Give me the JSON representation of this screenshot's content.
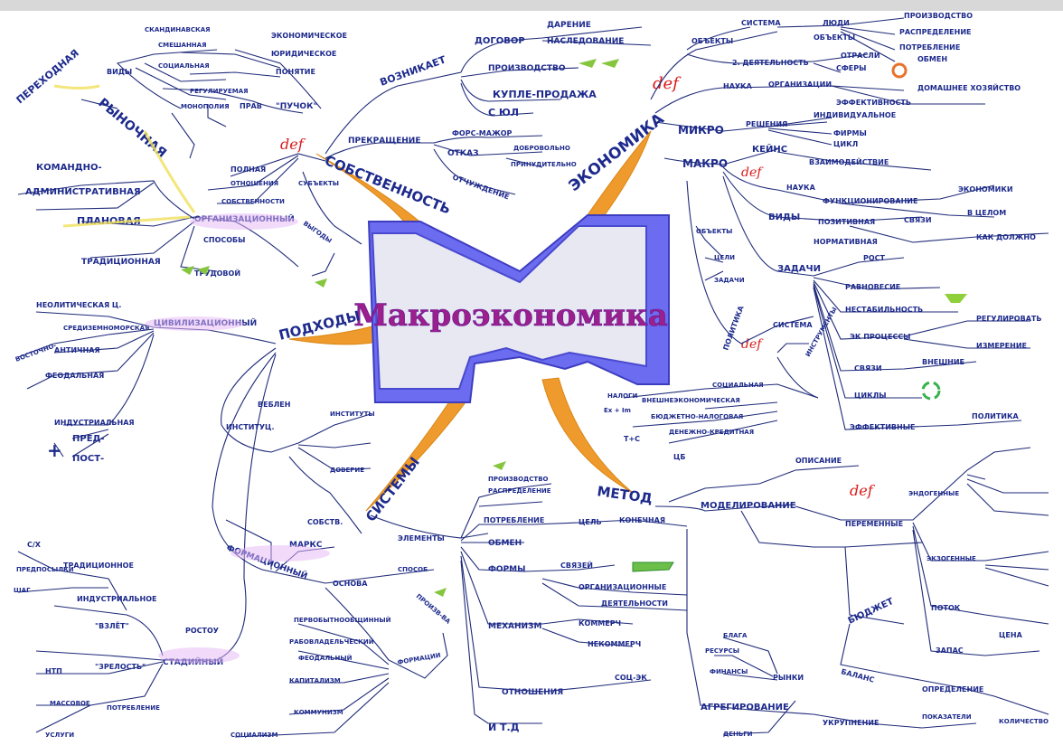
{
  "title": "Макроэкономика",
  "main_branches": {
    "economics": "ЭКОНОМИКА",
    "ownership": "СОБСТВЕННОСТЬ",
    "approaches": "ПОДХОДЫ",
    "systems": "СИСТЕМЫ",
    "method": "МЕТОД"
  },
  "def_tag": "def",
  "left_upper": {
    "transitional": "ПЕРЕХОДНАЯ",
    "market": "РЫНОЧНАЯ",
    "command": "КОМАНДНО-",
    "administrative": "АДМИНИСТРАТИВНАЯ",
    "planned": "ПЛАНОВАЯ",
    "traditional": "ТРАДИЦИОННАЯ",
    "organizational": "ОРГАНИЗАЦИОННЫЙ",
    "methods": "СПОСОБЫ",
    "labor": "ТРУДОВОЙ",
    "types": "ВИДЫ",
    "small": "СМЕШАННАЯ",
    "social": "СОЦИАЛЬНАЯ",
    "regulated": "РЕГУЛИРУЕМАЯ",
    "scandinavian": "СКАНДИНАВСКАЯ",
    "monopoly": "МОНОПОЛИЯ",
    "right": "ПРАВ",
    "rights_word": "\"ПУЧОК\"",
    "economic": "ЭКОНОМИЧЕСКОЕ",
    "legal": "ЮРИДИЧЕСКОЕ",
    "concept": "ПОНЯТИЕ"
  },
  "ownership_branch": {
    "arises": "ВОЗНИКАЕТ",
    "contract": "ДОГОВОР",
    "gift": "ДАРЕНИЕ",
    "inheritance": "НАСЛЕДОВАНИЕ",
    "production": "ПРОИЗВОДСТВО",
    "purchase": "КУПЛЕ-ПРОДАЖА",
    "with_legal": "С ЮЛ",
    "terminates": "ПРЕКРАЩЕНИЕ",
    "force_majeure": "ФОРС-МАЖОР",
    "refusal": "ОТКАЗ",
    "voluntary": "ДОБРОВОЛЬНО",
    "forced": "ПРИНУДИТЕЛЬНО",
    "alienation": "ОТЧУЖДЕНИЕ",
    "full": "ПОЛНАЯ",
    "relations": "ОТНОШЕНИЯ",
    "subjects": "СУБЪЕКТЫ",
    "property": "СОБСТВЕННОСТИ",
    "benefits": "ВЫГОДЫ"
  },
  "econ_branch": {
    "objects": "ОБЪЕКТЫ",
    "system_of": "СИСТЕМА",
    "people": "ЛЮДИ",
    "objects2": "ОБЪЕКТЫ",
    "activity": "2. ДЕЯТЕЛЬНОСТЬ",
    "sphere": "СФЕРЫ",
    "production": "ПРОИЗВОДСТВО",
    "distribution": "РАСПРЕДЕЛЕНИЕ",
    "consumption": "ПОТРЕБЛЕНИЕ",
    "exchange": "ОБМЕН",
    "industries": "ОТРАСЛИ",
    "science": "НАУКА",
    "organization": "ОРГАНИЗАЦИИ",
    "household": "ДОМАШНЕЕ ХОЗЯЙСТВО",
    "effectiveness": "ЭФФЕКТИВНОСТЬ",
    "micro": "МИКРО",
    "decisions": "РЕШЕНИЯ",
    "individual": "ИНДИВИДУАЛЬНОЕ",
    "firms": "ФИРМЫ",
    "macro": "МАКРО",
    "keynes": "КЕЙНС",
    "cycle": "ЦИКЛ",
    "interaction": "ВЗАИМОДЕЙСТВИЕ",
    "science2": "НАУКА",
    "functioning": "ФУНКЦИОНИРОВАНИЕ",
    "economy": "ЭКОНОМИКИ",
    "whole": "В ЦЕЛОМ",
    "types": "ВИДЫ",
    "positive": "ПОЗИТИВНАЯ",
    "norm": "СВЯЗИ",
    "normative": "НОРМАТИВНАЯ",
    "how": "КАК ДОЛЖНО",
    "tasks": "ЗАДАЧИ",
    "growth": "РОСТ",
    "balance": "РАВНОВЕСИЕ",
    "instability": "НЕСТАБИЛЬНОСТЬ",
    "processes": "ЭК ПРОЦЕССЫ",
    "regulate": "РЕГУЛИРОВАТЬ",
    "measure": "ИЗМЕРЕНИЕ",
    "links": "СВЯЗИ",
    "external": "ВНЕШНИЕ",
    "cycles": "ЦИКЛЫ",
    "effective": "ЭФФЕКТИВНЫЕ",
    "policy": "ПОЛИТИКА",
    "politics": "ПОЛИТИКА",
    "system2": "СИСТЕМА",
    "instruments": "ИНСТРУМЕНТЫ",
    "social": "СОЦИАЛЬНАЯ",
    "foreign": "ВНЕШНЕЭКОНОМИЧЕСКАЯ",
    "budget": "БЮДЖЕТНО-НАЛОГОВАЯ",
    "credit": "ДЕНЕЖНО-КРЕДИТНАЯ",
    "taxes": "НАЛОГИ",
    "formula": "Ex + Im",
    "tc": "T+C",
    "cb": "ЦБ",
    "objects3": "ОБЪЕКТЫ",
    "goals": "ЦЕЛИ",
    "tasks2": "ЗАДАЧИ"
  },
  "approaches_branch": {
    "civilizational": "ЦИВИЛИЗАЦИОННЫЙ",
    "neolithic": "НЕОЛИТИЧЕСКАЯ Ц.",
    "eastern": "ВОСТОЧНО-",
    "mediterranean": "СРЕДИЗЕМНОМОРСКАЯ",
    "antique": "АНТИЧНАЯ",
    "feudal": "ФЕОДАЛЬНАЯ",
    "industrial": "ИНДУСТРИАЛЬНАЯ",
    "pre": "ПРЕД-",
    "post": "ПОСТ-",
    "plus": "+",
    "institutional": "ИНСТИТУЦ.",
    "veblen": "ВЕБЛЕН",
    "institutes": "ИНСТИТУТЫ",
    "trust": "ДОВЕРИЕ",
    "formational": "ФОРМАЦИОННЫЙ",
    "marx": "МАРКС",
    "property": "СОБСТВ.",
    "basis": "ОСНОВА",
    "method": "СПОСОБ",
    "production": "ПРОИЗВ-ВА",
    "formation": "ФОРМАЦИИ",
    "primitive": "ПЕРВОБЫТНООБЩИННЫЙ",
    "slave": "РАБОВЛАДЕЛЬЧЕСКИЙ",
    "feudal2": "ФЕОДАЛЬНЫЙ",
    "capitalism": "КАПИТАЛИЗМ",
    "socialism": "СОЦИАЛИЗМ",
    "communism": "КОММУНИЗМ",
    "stages": "СТАДИЙНЫЙ",
    "rostow": "РОСТОУ",
    "traditional": "ТРАДИЦИОННОЕ",
    "agri": "С/Х",
    "prerequisites": "ПРЕДПОСЫЛКИ",
    "shift": "ШАГ",
    "takeoff": "\"ВЗЛЁТ\"",
    "industrial2": "ИНДУСТРИАЛЬНОЕ",
    "maturity": "\"ЗРЕЛОСТЬ\"",
    "ntp": "НТП",
    "mass": "МАССОВОЕ",
    "consumption": "ПОТРЕБЛЕНИЕ",
    "services": "УСЛУГИ"
  },
  "systems_branch": {
    "elements": "ЭЛЕМЕНТЫ",
    "production": "ПРОИЗВОДСТВО",
    "distribution": "РАСПРЕДЕЛЕНИЕ",
    "consumption": "ПОТРЕБЛЕНИЕ",
    "goal": "ЦЕЛЬ",
    "final": "КОНЕЧНАЯ",
    "exchange": "ОБМЕН",
    "forms": "ФОРМЫ",
    "links": "СВЯЗЕЙ",
    "organizational": "ОРГАНИЗАЦИОННЫЕ",
    "activity": "ДЕЯТЕЛЬНОСТИ",
    "mechanism": "МЕХАНИЗМ",
    "commerce": "КОММЕРЧ",
    "noncommerce": "НЕКОММЕРЧ",
    "relations": "ОТНОШЕНИЯ",
    "social_econ": "СОЦ-ЭК",
    "etc": "И Т.Д"
  },
  "method_branch": {
    "description": "ОПИСАНИЕ",
    "modeling": "МОДЕЛИРОВАНИЕ",
    "endogenous": "ЭНДОГЕННЫЕ",
    "variables": "ПЕРЕМЕННЫЕ",
    "exogenous": "ЭКЗОГЕННЫЕ",
    "flow": "ПОТОК",
    "stock": "ЗАПАС",
    "budget": "БЮДЖЕТ",
    "balance": "БАЛАНС",
    "aggregation": "АГРЕГИРОВАНИЕ",
    "enlargement": "УКРУПНЕНИЕ",
    "indicators": "ПОКАЗАТЕЛИ",
    "markets": "РЫНКИ",
    "goods": "БЛАГА",
    "resources": "РЕСУРСЫ",
    "finance": "ФИНАНСЫ",
    "money": "ДЕНЬГИ",
    "determination": "ОПРЕДЕЛЕНИЕ",
    "price": "ЦЕНА",
    "quantity": "КОЛИЧЕСТВО"
  }
}
